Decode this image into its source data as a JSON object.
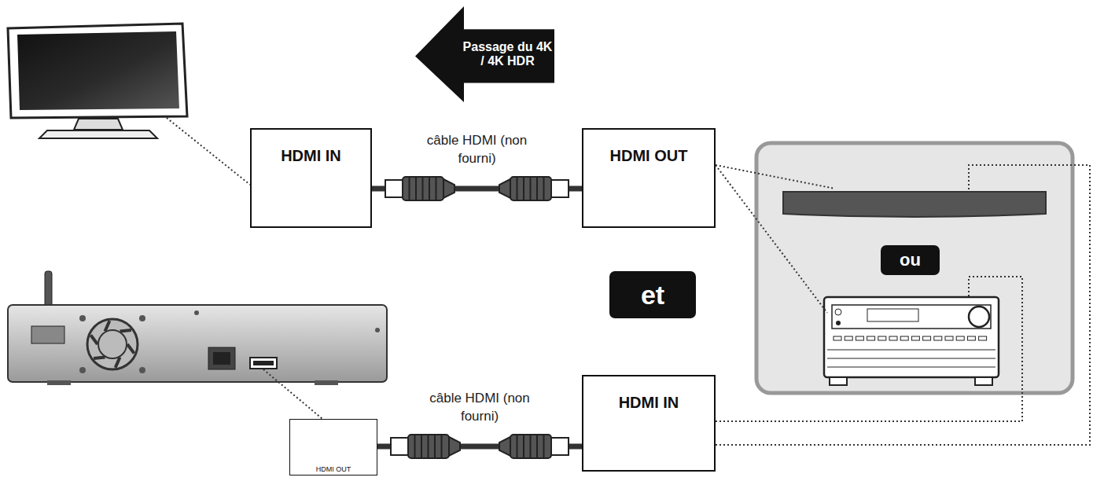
{
  "diagram": {
    "nodes": [
      {
        "text": [
          "Passage du 4K / 4K HDR"
        ]
      },
      {
        "text": [
          "HDMI IN"
        ]
      },
      {
        "text": [
          "HDMI OUT"
        ]
      },
      {
        "text": [
          "ou"
        ]
      },
      {
        "text": [
          "et"
        ]
      },
      {
        "text": [
          "HDMI OUT"
        ]
      },
      {
        "text": [
          "HDMI IN"
        ]
      }
    ],
    "edges": [
      {
        "from": 1,
        "to": 2,
        "arrow": "none",
        "label": "câble HDMI (non fourni)"
      },
      {
        "from": 5,
        "to": 6,
        "arrow": "none",
        "label": "câble HDMI (non fourni)"
      }
    ]
  }
}
